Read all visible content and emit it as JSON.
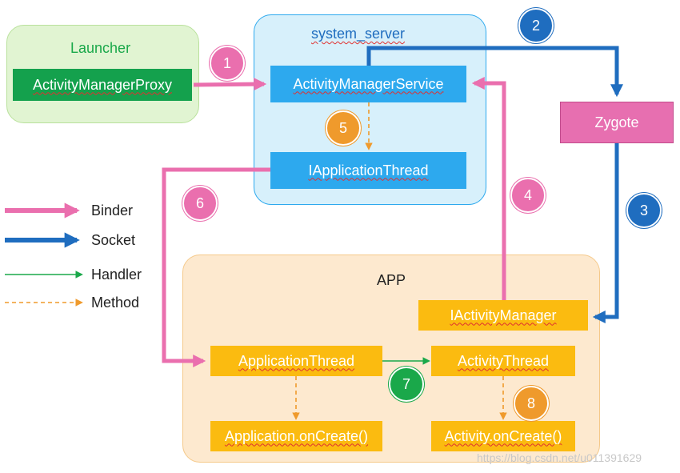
{
  "launcher": {
    "title": "Launcher",
    "proxy": "ActivityManagerProxy"
  },
  "system_server": {
    "title": "system_server",
    "ams": "ActivityManagerService",
    "iat": "IApplicationThread"
  },
  "zygote": "Zygote",
  "app": {
    "title": "APP",
    "iam": "IActivityManager",
    "application_thread": "ApplicationThread",
    "activity_thread": "ActivityThread",
    "application_oncreate": "Application.onCreate()",
    "activity_oncreate": "Activity.onCreate()"
  },
  "steps": [
    "1",
    "2",
    "3",
    "4",
    "5",
    "6",
    "7",
    "8"
  ],
  "legend": [
    {
      "label": "Binder",
      "color": "#ea6fae"
    },
    {
      "label": "Socket",
      "color": "#1f6dbf"
    },
    {
      "label": "Handler",
      "color": "#1aa84a"
    },
    {
      "label": "Method",
      "color": "#ef9a2c"
    }
  ],
  "watermark": "https://blog.csdn.net/u011391629",
  "colors": {
    "binder": "#ea6fae",
    "socket": "#1f6dbf",
    "handler": "#1aa84a",
    "method": "#ef9a2c",
    "launcher_bg": "#e1f4d2",
    "launcher_box": "#14a14d",
    "server_bg": "#d7f0fb",
    "server_box": "#2da9ee",
    "app_bg": "#fde9cf",
    "app_box": "#fbbb10",
    "zygote": "#e76fb0"
  }
}
